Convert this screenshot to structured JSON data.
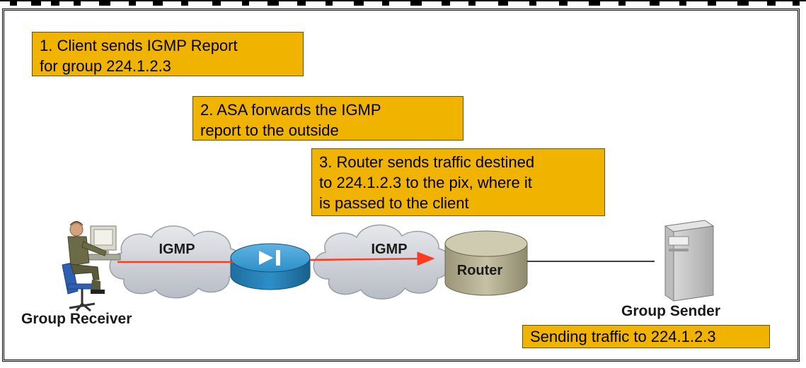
{
  "callouts": {
    "step1": "1. Client sends IGMP Report\nfor group 224.1.2.3",
    "step2": "2. ASA forwards the IGMP\nreport to the outside",
    "step3": "3. Router sends traffic destined\nto 224.1.2.3 to the pix, where it\nis passed to the client",
    "sending": "Sending traffic to 224.1.2.3"
  },
  "clouds": {
    "left_label": "IGMP",
    "right_label": "IGMP"
  },
  "router_label": "Router",
  "receiver_label": "Group Receiver",
  "sender_label": "Group Sender",
  "colors": {
    "callout_fill": "#f0b400",
    "arrow": "#ff3b1f",
    "firewall": "#2d8fc8",
    "cloud": "#c9ccd2",
    "router": "#b9b497"
  },
  "icons": {
    "receiver": "person-at-computer-icon",
    "firewall": "asa-firewall-icon",
    "router": "router-icon",
    "sender": "server-tower-icon"
  }
}
